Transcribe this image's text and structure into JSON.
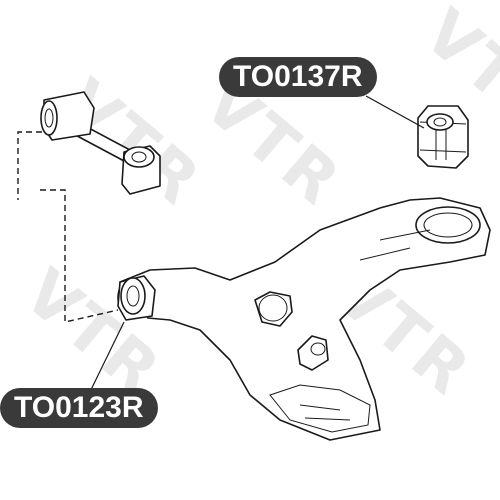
{
  "callouts": {
    "top_part": "TO0137R",
    "bottom_part": "TO0123R"
  },
  "watermark": "VTR",
  "colors": {
    "callout_bg": "#3a3a3a",
    "callout_text": "#ffffff",
    "line": "#1a1a1a",
    "watermark": "#e9e9e9"
  }
}
